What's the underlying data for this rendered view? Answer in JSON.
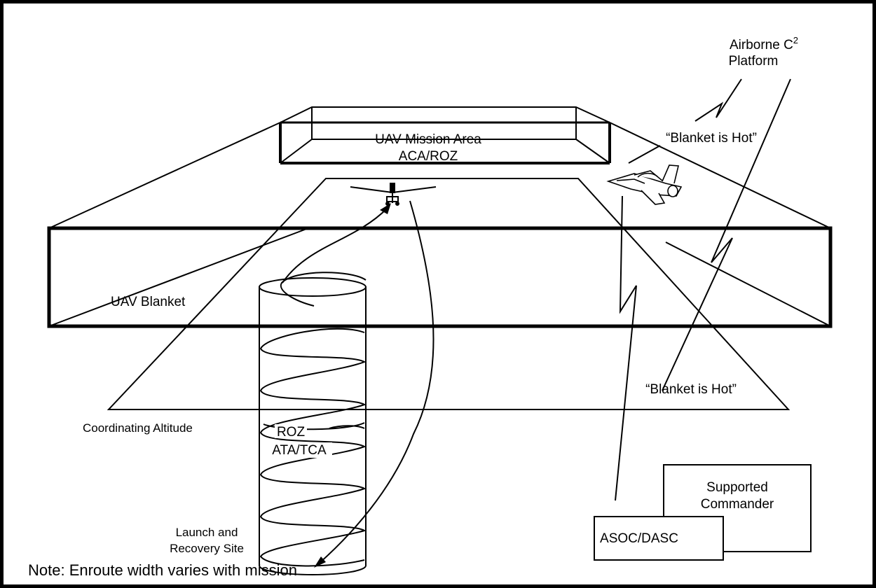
{
  "labels": {
    "airborne_c2_line1": "Airborne C",
    "airborne_c2_sup": "2",
    "airborne_c2_line2": "Platform",
    "blanket_hot_top": "“Blanket is Hot”",
    "mission_area_line1": "UAV Mission Area",
    "mission_area_line2": "ACA/ROZ",
    "uav_blanket": "UAV Blanket",
    "coordinating_altitude": "Coordinating Altitude",
    "roz": "ROZ",
    "ata_tca": "ATA/TCA",
    "launch_line1": "Launch and",
    "launch_line2": "Recovery Site",
    "blanket_hot_bottom": "“Blanket is Hot”",
    "supported_line1": "Supported",
    "supported_line2": "Commander",
    "asoc_dasc": "ASOC/DASC",
    "note": "Note:  Enroute width varies with mission"
  },
  "colors": {
    "line": "#000000",
    "background": "#ffffff"
  },
  "icons": [
    "uav-aircraft-icon",
    "fighter-jet-icon"
  ]
}
